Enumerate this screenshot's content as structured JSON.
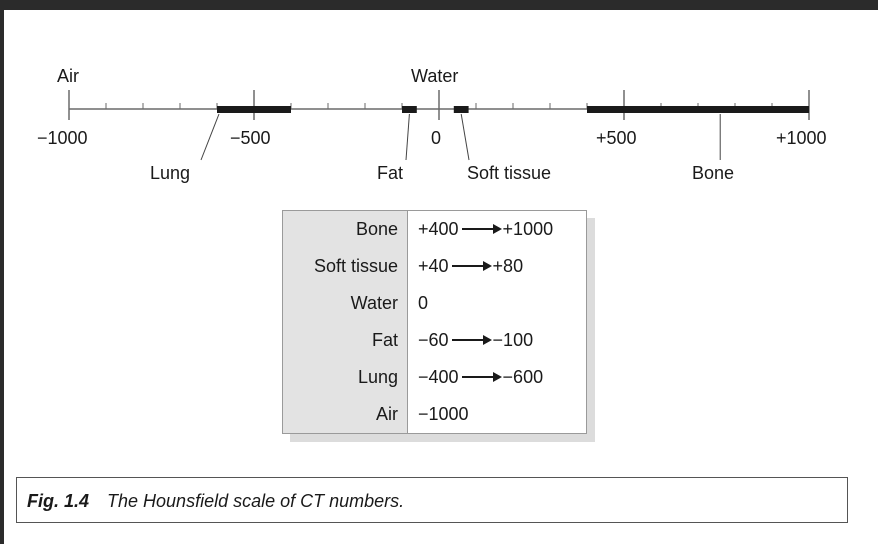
{
  "scale": {
    "min": -1000,
    "max": 1000,
    "tick_labels": [
      "−1000",
      "−500",
      "0",
      "+500",
      "+1000"
    ],
    "top_labels": {
      "air": "Air",
      "water": "Water"
    },
    "bottom_labels": {
      "lung": "Lung",
      "fat": "Fat",
      "soft_tissue": "Soft tissue",
      "bone": "Bone"
    }
  },
  "bands": [
    {
      "material": "Lung",
      "from": -600,
      "to": -400
    },
    {
      "material": "Fat",
      "from": -100,
      "to": -60
    },
    {
      "material": "Soft tissue",
      "from": 40,
      "to": 80
    },
    {
      "material": "Bone",
      "from": 400,
      "to": 1000
    }
  ],
  "table": [
    {
      "material": "Bone",
      "from": "+400",
      "to": "+1000"
    },
    {
      "material": "Soft tissue",
      "from": "+40",
      "to": "+80"
    },
    {
      "material": "Water",
      "from": "0",
      "to": ""
    },
    {
      "material": "Fat",
      "from": "−60",
      "to": "−100"
    },
    {
      "material": "Lung",
      "from": "−400",
      "to": "−600"
    },
    {
      "material": "Air",
      "from": "−1000",
      "to": ""
    }
  ],
  "caption": {
    "figure": "Fig. 1.4",
    "text": "The Hounsfield scale of CT numbers."
  }
}
